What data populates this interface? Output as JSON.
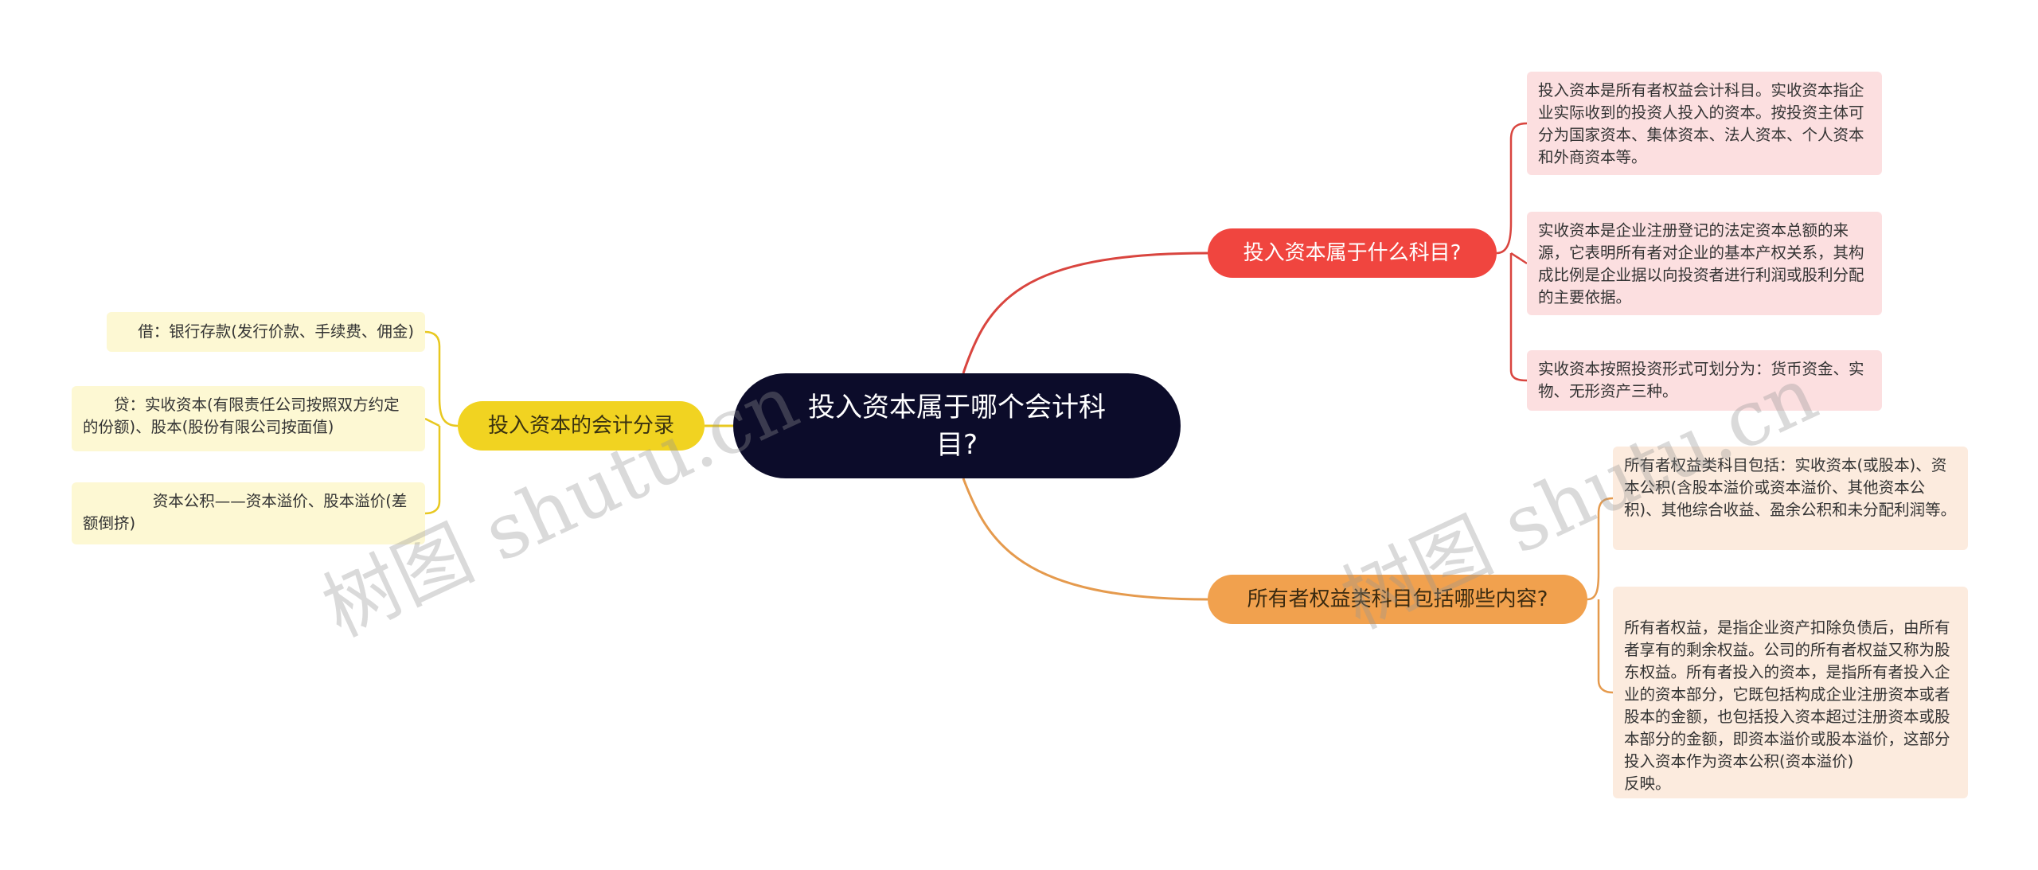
{
  "central": {
    "text": "投入资本属于哪个会计科目?"
  },
  "branches": [
    {
      "label": "投入资本属于什么科目?",
      "color": "#f0453f",
      "leaves": [
        "投入资本是所有者权益会计科目。实收资本指企业实际收到的投资人投入的资本。按投资主体可分为国家资本、集体资本、法人资本、个人资本和外商资本等。",
        "实收资本是企业注册登记的法定资本总额的来源，它表明所有者对企业的基本产权关系，其构成比例是企业据以向投资者进行利润或股利分配的主要依据。",
        "实收资本按照投资形式可划分为：货币资金、实物、无形资产三种。"
      ]
    },
    {
      "label": "所有者权益类科目包括哪些内容?",
      "color": "#f1a14e",
      "leaves": [
        "所有者权益类科目包括：实收资本(或股本)、资本公积(含股本溢价或资本溢价、其他资本公积)、其他综合收益、盈余公积和未分配利润等。",
        "所有者权益，是指企业资产扣除负债后，由所有者享有的剩余权益。公司的所有者权益又称为股东权益。所有者投入的资本，是指所有者投入企业的资本部分，它既包括构成企业注册资本或者股本的金额，也包括投入资本超过注册资本或股本部分的金额，即资本溢价或股本溢价，这部分投入资本作为资本公积(资本溢价)\n反映。"
      ]
    },
    {
      "label": "投入资本的会计分录",
      "color": "#f1d321",
      "leaves": [
        "借：银行存款(发行价款、手续费、佣金)",
        "贷：实收资本(有限责任公司按照双方约定的份额)、股本(股份有限公司按面值)",
        "资本公积——资本溢价、股本溢价(差额倒挤)"
      ]
    }
  ],
  "watermarks": [
    "树图 shutu.cn",
    "树图 shutu.cn"
  ]
}
